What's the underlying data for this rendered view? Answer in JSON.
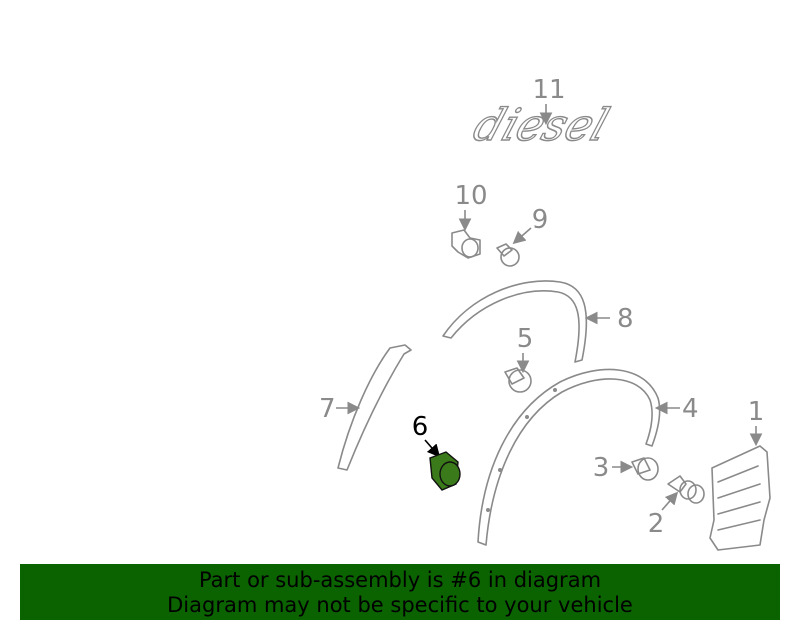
{
  "diagram": {
    "callouts": [
      "1",
      "2",
      "3",
      "4",
      "5",
      "6",
      "7",
      "8",
      "9",
      "10",
      "11"
    ],
    "emblem_text": "diesel",
    "highlighted_part": "6",
    "highlight_color": "#3a7a1a",
    "part_line_color": "#8a8a8a"
  },
  "banner": {
    "line1": "Part or sub-assembly is #6 in diagram",
    "line2": "Diagram may not be specific to your vehicle",
    "background_color": "#0b6300"
  }
}
